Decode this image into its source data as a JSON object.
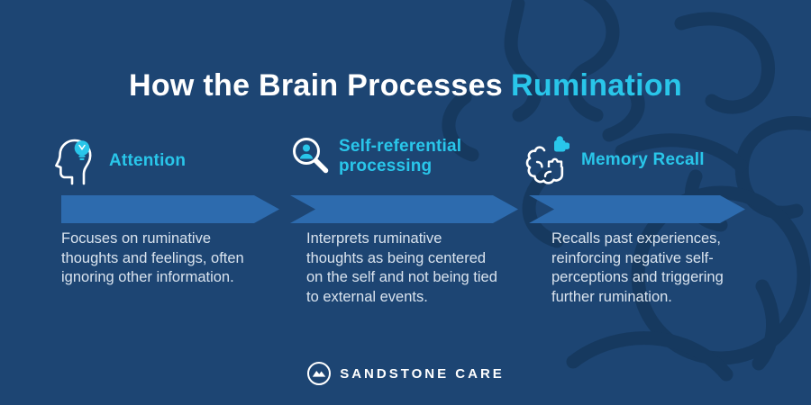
{
  "title": {
    "prefix": "How the Brain Processes",
    "highlight": "Rumination"
  },
  "steps": [
    {
      "icon": "head-lightbulb-icon",
      "heading": "Attention",
      "description": "Focuses on ruminative\nthoughts and feelings, often\nignoring other information."
    },
    {
      "icon": "magnifier-person-icon",
      "heading": "Self-referential\nprocessing",
      "description": "Interprets ruminative\nthoughts as being centered\non the self and not being tied\nto external events."
    },
    {
      "icon": "brain-puzzle-icon",
      "heading": "Memory Recall",
      "description": "Recalls past experiences,\nreinforcing negative self-\nperceptions and triggering\nfurther rumination."
    }
  ],
  "footer": {
    "brand": "SANDSTONE CARE"
  },
  "colors": {
    "background": "#1D4573",
    "doodle": "#16395F",
    "arrow": "#2D6BAE",
    "accent": "#29C6EA",
    "body_text": "#D9E3EE",
    "title_text": "#FFFFFF"
  }
}
